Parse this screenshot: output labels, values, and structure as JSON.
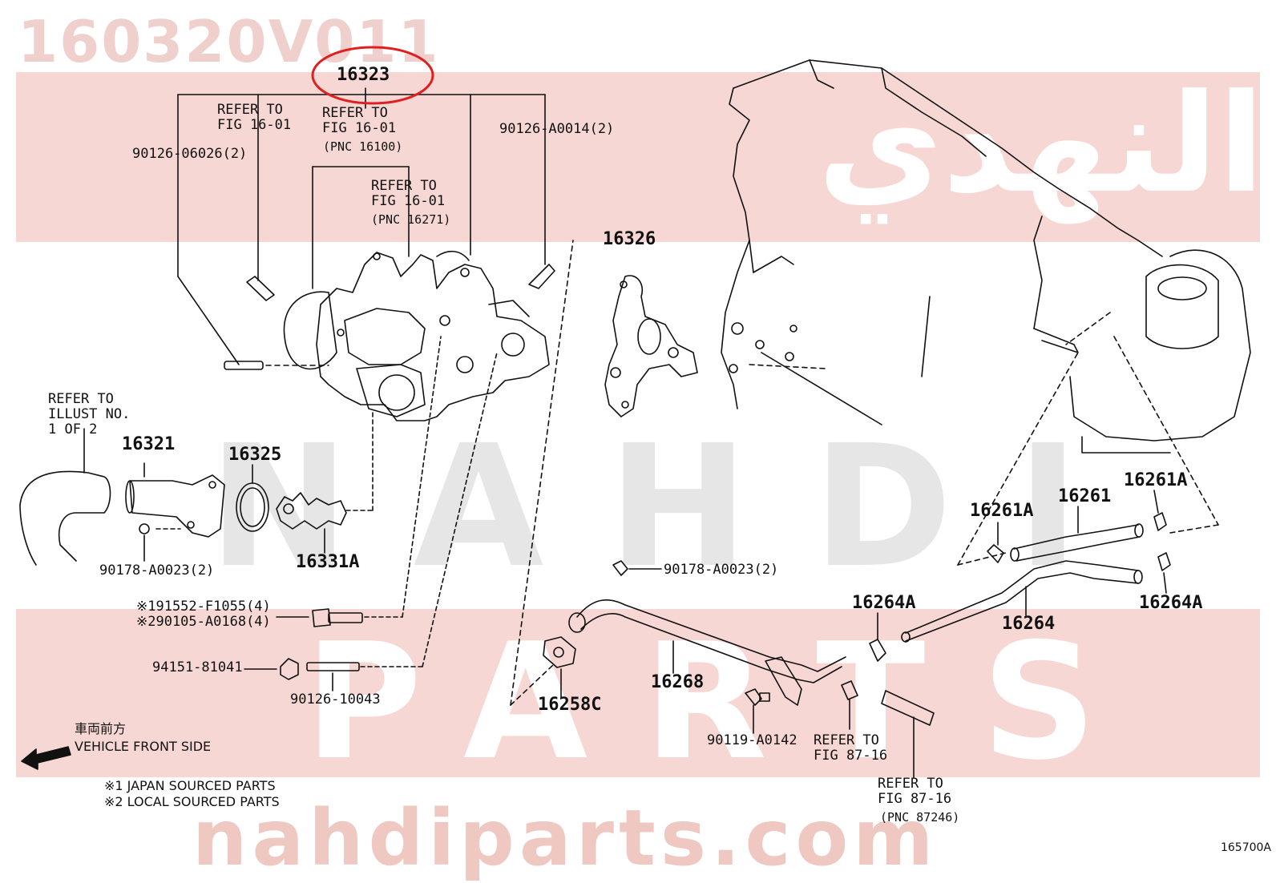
{
  "watermark": {
    "code": "160320V011",
    "arabic": "النهدي",
    "brand1": "NAHDI",
    "brand2": "PARTS",
    "url": "nahdiparts.com"
  },
  "callouts": {
    "p16323": "16323",
    "refer_a": "REFER TO\nFIG 16-01",
    "refer_b": "REFER TO\nFIG 16-01",
    "refer_b_pnc": "(PNC 16100)",
    "refer_c": "REFER TO\nFIG 16-01",
    "refer_c_pnc": "(PNC 16271)",
    "p90126_06026": "90126-06026(2)",
    "p90126_A0014": "90126-A0014(2)",
    "p16326": "16326",
    "refer_illust": "REFER TO\nILLUST NO.\n1 OF 2",
    "p16321": "16321",
    "p16325": "16325",
    "p16331A": "16331A",
    "p90178_A0023_left": "90178-A0023(2)",
    "p90178_A0023_mid": "90178-A0023(2)",
    "p191552": "※191552-F1055(4)",
    "p290105": "※290105-A0168(4)",
    "p94151": "94151-81041",
    "p90126_10043": "90126-10043",
    "p16258C": "16258C",
    "p16268": "16268",
    "p90119": "90119-A0142",
    "refer_87_16_a": "REFER TO\nFIG 87-16",
    "refer_87_16_b": "REFER TO\nFIG 87-16",
    "refer_87_16_pnc": "(PNC 87246)",
    "p16264A_left": "16264A",
    "p16264A_right": "16264A",
    "p16264": "16264",
    "p16261A_left": "16261A",
    "p16261A_right": "16261A",
    "p16261": "16261"
  },
  "notes": {
    "direction_jp": "車両前方",
    "direction_en": "VEHICLE FRONT SIDE",
    "note1": "※1 JAPAN SOURCED PARTS",
    "note2": "※2 LOCAL SOURCED PARTS"
  },
  "diagram_id": "165700A",
  "colors": {
    "highlight_circle": "#e02020",
    "watermark_band": "#f6d7d3"
  }
}
